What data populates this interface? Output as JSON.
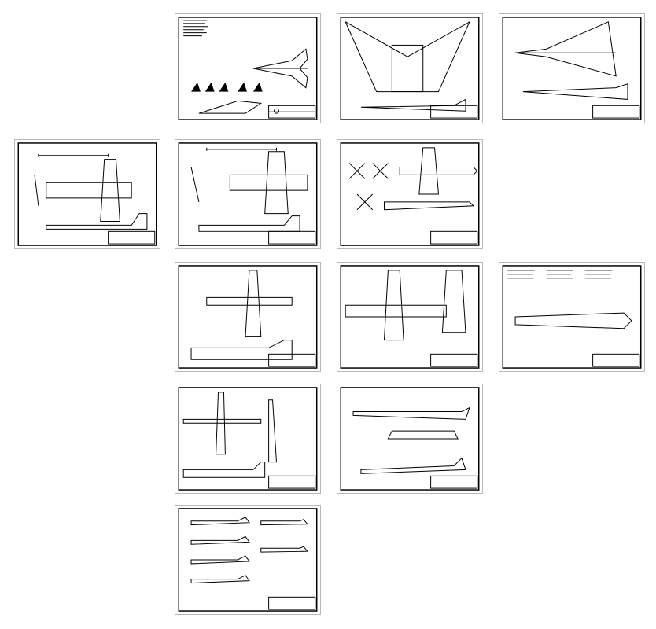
{
  "page": {
    "title": ""
  },
  "sheets": [
    {
      "id": "s1",
      "title": "",
      "notes": []
    },
    {
      "id": "s2",
      "title": "",
      "notes": []
    },
    {
      "id": "s3",
      "title": "",
      "notes": []
    },
    {
      "id": "s4",
      "title": "",
      "notes": []
    },
    {
      "id": "s5",
      "title": "",
      "notes": []
    },
    {
      "id": "s6",
      "title": "",
      "notes": []
    },
    {
      "id": "s7",
      "title": "",
      "notes": []
    },
    {
      "id": "s8",
      "title": "",
      "notes": []
    },
    {
      "id": "s9",
      "title": "",
      "notes": []
    },
    {
      "id": "s10",
      "title": "",
      "notes": []
    },
    {
      "id": "s11",
      "title": "",
      "notes": []
    },
    {
      "id": "s12",
      "title": "",
      "notes": []
    }
  ],
  "colors": {
    "ink": "#000000",
    "paper": "#ffffff",
    "frame": "#b8b8b8"
  }
}
